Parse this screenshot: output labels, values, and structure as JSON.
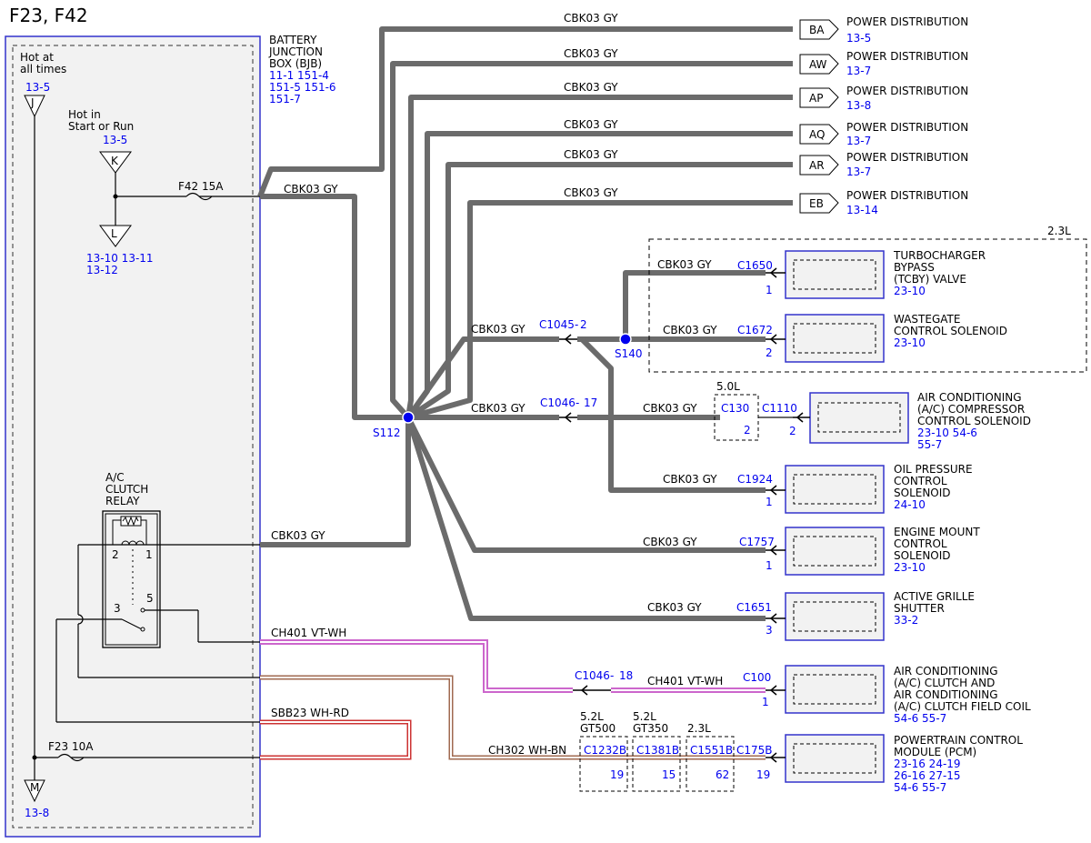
{
  "page": {
    "title": "F23, F42"
  },
  "colors": {
    "bjb_border": "#3333cc",
    "bjb_fill": "#f2f2f2",
    "wire_gray": "#6b6b6b",
    "wire_vt_wh": "#cc66cc",
    "wire_wh_rd": "#cc3333",
    "wire_wh_bn": "#a06a50",
    "splice": "#0000ee",
    "ref_text": "#0000ee"
  },
  "bjb": {
    "name_lines": [
      "BATTERY",
      "JUNCTION",
      "BOX (BJB)"
    ],
    "ref_lines": [
      "11-1  151-4",
      "151-5 151-6",
      "151-7"
    ],
    "hot_always_lines": [
      "Hot at",
      "all times"
    ],
    "hot_always_ref": "13-5",
    "hot_start_lines": [
      "Hot in",
      "Start or Run"
    ],
    "hot_start_ref": "13-5",
    "conn_j": "J",
    "conn_k": "K",
    "conn_l": "L",
    "conn_m": "M",
    "l_ref_lines": [
      "13-10 13-11",
      "13-12"
    ],
    "m_ref": "13-8",
    "fuse_f42": "F42  15A",
    "fuse_f23": "F23  10A",
    "relay_name_lines": [
      "A/C",
      "CLUTCH",
      "RELAY"
    ],
    "relay_pins": [
      "2",
      "1",
      "3",
      "5"
    ]
  },
  "wires": {
    "cbk03": "CBK03  GY",
    "ch401": "CH401  VT-WH",
    "sbb23": "SBB23  WH-RD",
    "ch302": "CH302  WH-BN"
  },
  "power_distribution": [
    {
      "code": "BA",
      "label": "POWER DISTRIBUTION",
      "ref": "13-5"
    },
    {
      "code": "AW",
      "label": "POWER DISTRIBUTION",
      "ref": "13-7"
    },
    {
      "code": "AP",
      "label": "POWER DISTRIBUTION",
      "ref": "13-8"
    },
    {
      "code": "AQ",
      "label": "POWER DISTRIBUTION",
      "ref": "13-7"
    },
    {
      "code": "AR",
      "label": "POWER DISTRIBUTION",
      "ref": "13-7"
    },
    {
      "code": "EB",
      "label": "POWER DISTRIBUTION",
      "ref": "13-14"
    }
  ],
  "splices": {
    "s112": "S112",
    "s140": "S140"
  },
  "inline_connectors": {
    "c1045": "C1045",
    "c1045_pin": "2",
    "c1046a": "C1046",
    "c1046a_pin": "17",
    "c1046b": "C1046",
    "c1046b_pin": "18",
    "c130": "C130",
    "c130_pin": "2",
    "c130_variant": "5.0L"
  },
  "group_2_3l": "2.3L",
  "components": [
    {
      "conn": "C1650",
      "pin": "1",
      "lines": [
        "TURBOCHARGER",
        "BYPASS",
        "(TCBY) VALVE"
      ],
      "ref_lines": [
        "23-10"
      ]
    },
    {
      "conn": "C1672",
      "pin": "2",
      "lines": [
        "WASTEGATE",
        "CONTROL SOLENOID"
      ],
      "ref_lines": [
        "23-10"
      ]
    },
    {
      "conn": "C1110",
      "pin": "2",
      "lines": [
        "AIR CONDITIONING",
        "(A/C) COMPRESSOR",
        "CONTROL SOLENOID"
      ],
      "ref_lines": [
        "23-10 54-6",
        "55-7"
      ]
    },
    {
      "conn": "C1924",
      "pin": "1",
      "lines": [
        "OIL PRESSURE",
        "CONTROL",
        "SOLENOID"
      ],
      "ref_lines": [
        "24-10"
      ]
    },
    {
      "conn": "C1757",
      "pin": "1",
      "lines": [
        "ENGINE MOUNT",
        "CONTROL",
        "SOLENOID"
      ],
      "ref_lines": [
        "23-10"
      ]
    },
    {
      "conn": "C1651",
      "pin": "3",
      "lines": [
        "ACTIVE GRILLE",
        "SHUTTER"
      ],
      "ref_lines": [
        "33-2"
      ]
    },
    {
      "conn": "C100",
      "pin": "1",
      "lines": [
        "AIR CONDITIONING",
        "(A/C) CLUTCH AND",
        "AIR CONDITIONING",
        "(A/C) CLUTCH FIELD COIL"
      ],
      "ref_lines": [
        "54-6   55-7"
      ]
    },
    {
      "conn": "C175B",
      "pin": "19",
      "lines": [
        "POWERTRAIN CONTROL",
        "MODULE (PCM)"
      ],
      "ref_lines": [
        "23-16 24-19",
        "26-16 27-15",
        "54-6   55-7"
      ]
    }
  ],
  "pcm_variants": [
    {
      "lines": [
        "5.2L",
        "GT500"
      ],
      "conn": "C1232B",
      "pin": "19"
    },
    {
      "lines": [
        "5.2L",
        "GT350"
      ],
      "conn": "C1381B",
      "pin": "15"
    },
    {
      "lines": [
        "2.3L"
      ],
      "conn": "C1551B",
      "pin": "62"
    }
  ]
}
